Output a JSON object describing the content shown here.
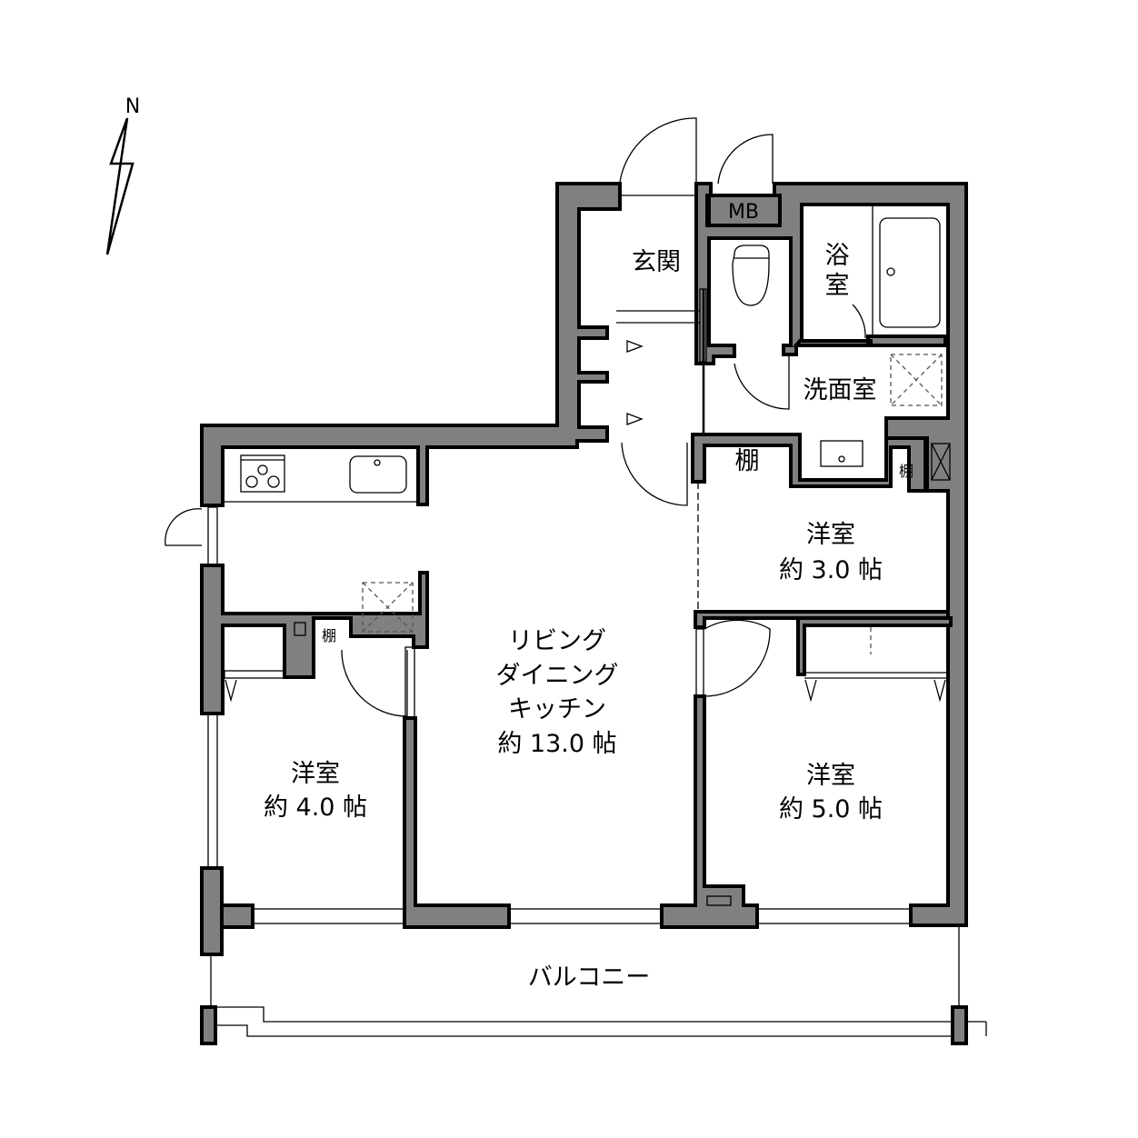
{
  "compass": {
    "label": "N"
  },
  "rooms": {
    "entrance": "玄関",
    "meter_box": "MB",
    "bath": [
      "浴",
      "室"
    ],
    "washroom": "洗面室",
    "shelf_a": "棚",
    "shelf_b": "棚",
    "shelf_c": "棚",
    "western_3": {
      "name": "洋室",
      "size": "約 3.0 帖"
    },
    "ldk": {
      "lines": [
        "リビング",
        "ダイニング",
        "キッチン"
      ],
      "size": "約 13.0 帖"
    },
    "western_4": {
      "name": "洋室",
      "size": "約 4.0 帖"
    },
    "western_5": {
      "name": "洋室",
      "size": "約 5.0 帖"
    },
    "balcony": "バルコニー"
  }
}
